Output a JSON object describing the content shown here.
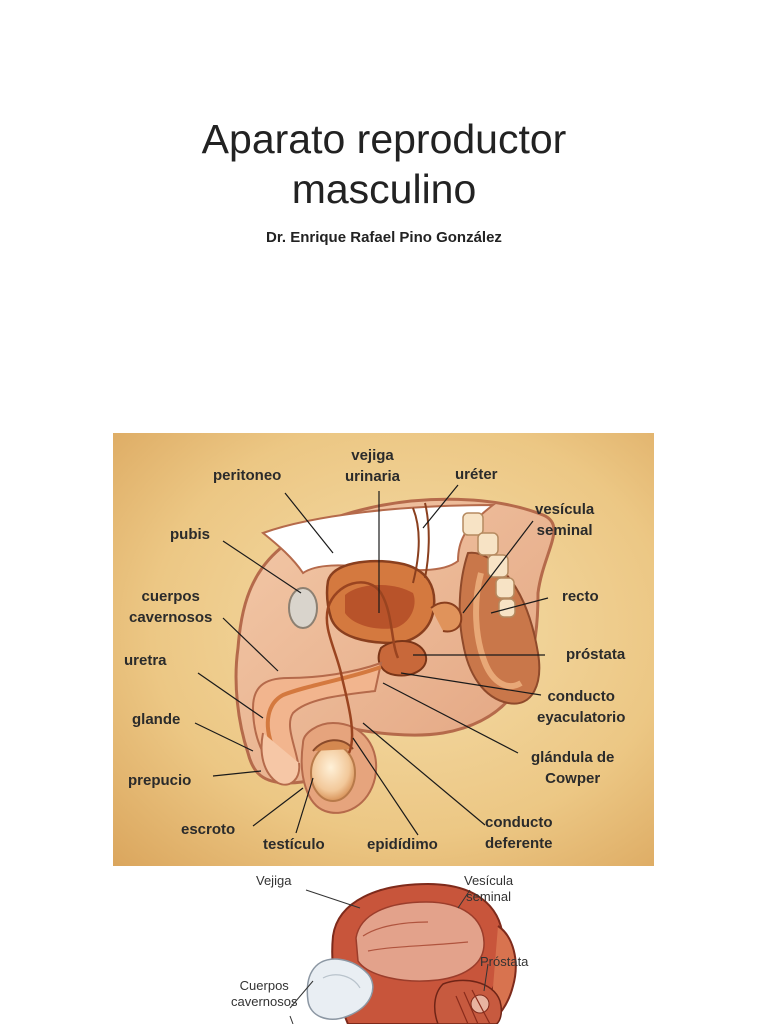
{
  "title": {
    "line1": "Aparato reproductor",
    "line2": "masculino"
  },
  "subtitle": "Dr. Enrique Rafael Pino González",
  "figure1": {
    "labels": {
      "peritoneo": "peritoneo",
      "vejiga": "vejiga",
      "urinaria": "urinaria",
      "ureter": "uréter",
      "vesicula": "vesícula",
      "seminal": "seminal",
      "pubis": "pubis",
      "cuerpos": "cuerpos",
      "cavernosos": "cavernosos",
      "recto": "recto",
      "uretra": "uretra",
      "prostata": "próstata",
      "glande": "glande",
      "conducto_eyac": "conducto",
      "eyaculatorio": "eyaculatorio",
      "prepucio": "prepucio",
      "glandula": "glándula de",
      "cowper": "Cowper",
      "escroto": "escroto",
      "conducto_def": "conducto",
      "deferente": "deferente",
      "testiculo": "testículo",
      "epididimo": "epidídimo"
    }
  },
  "figure2": {
    "labels": {
      "vejiga": "Vejiga",
      "vesicula": "Vesícula",
      "seminal": "seminal",
      "prostata": "Próstata",
      "cuerpos": "Cuerpos",
      "cavernosos": "cavernosos"
    }
  }
}
